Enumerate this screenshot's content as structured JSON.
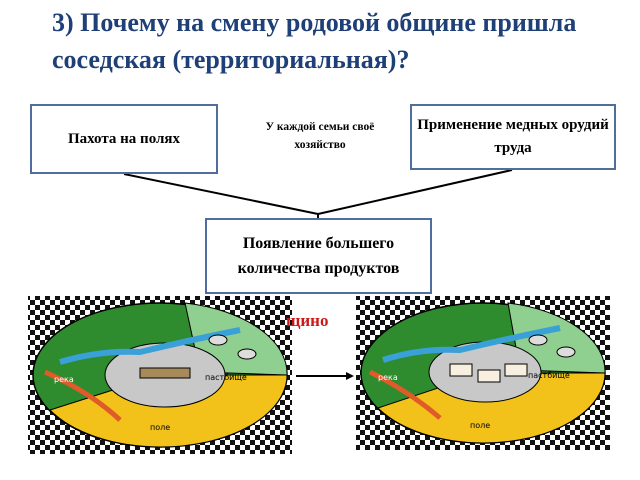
{
  "title": "3) Почему на смену родовой общине пришла соседская (территориальная)?",
  "boxes": {
    "plowing": "Пахота на полях",
    "copper_tools": "Применение медных орудий труда",
    "more_products": "Появление большего количества продуктов"
  },
  "note": "У каждой семьи своё хозяйство",
  "partial_red_text": "щино",
  "map_labels": {
    "river": "река",
    "pasture": "пастбище",
    "field": "поле"
  }
}
